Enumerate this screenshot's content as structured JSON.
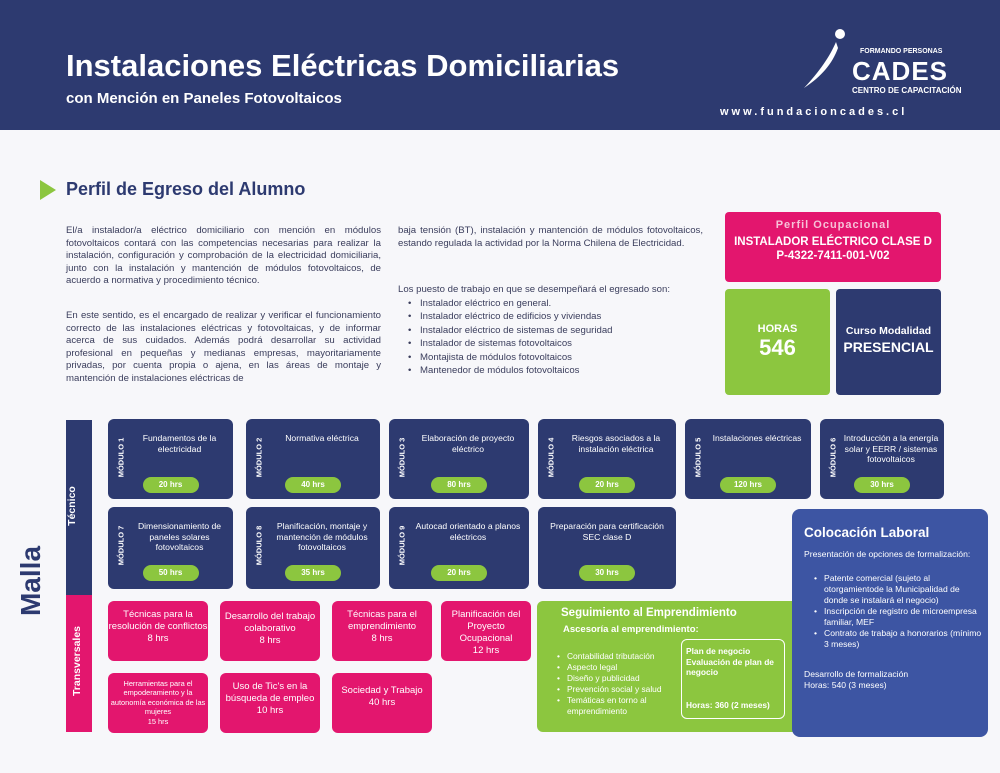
{
  "header": {
    "title": "Instalaciones Eléctricas Domiciliarias",
    "subtitle": "con Mención en Paneles Fotovoltaicos",
    "logo_top": "FORMANDO PERSONAS",
    "logo_main": "CADES",
    "logo_bottom": "CENTRO DE CAPACITACIÓN",
    "url": "www.fundacioncades.cl"
  },
  "section": {
    "title": "Perfil de Egreso del Alumno",
    "para1": "El/a instalador/a eléctrico domiciliario con mención en módulos fotovoltaicos contará con las competencias necesarias para realizar la instalación, configuración y comprobación de la electricidad domiciliaria, junto con la instalación y mantención de módulos fotovoltaicos, de acuerdo a normativa y procedimiento técnico.",
    "para2": "En este sentido, es el encargado de realizar y verificar el funcionamiento correcto de las instalaciones eléctricas y fotovoltaicas, y de informar acerca de sus cuidados. Además podrá desarrollar su actividad profesional en pequeñas y medianas empresas, mayoritariamente privadas, por cuenta propia o ajena, en las áreas de montaje y mantención de instalaciones eléctricas de",
    "para3": "baja tensión (BT), instalación y mantención de módulos fotovoltaicos, estando regulada la actividad por la Norma Chilena de Electricidad.",
    "list_intro": "Los puesto de trabajo en que se desempeñará el egresado son:",
    "list": [
      "Instalador eléctrico en general.",
      "Instalador eléctrico de edificios y viviendas",
      "Instalador eléctrico de sistemas de seguridad",
      "Instalador de sistemas fotovoltaicos",
      "Montajista de módulos fotovoltaicos",
      "Mantenedor de módulos fotovoltaicos"
    ]
  },
  "perfil": {
    "heading": "Perfil Ocupacional",
    "line1": "INSTALADOR ELÉCTRICO CLASE D",
    "line2": "P-4322-7411-001-V02"
  },
  "horas": {
    "label": "HORAS",
    "value": "546"
  },
  "modalidad": {
    "label": "Curso Modalidad",
    "value": "PRESENCIAL"
  },
  "malla": {
    "word": "Malla",
    "tecnico": "Técnico",
    "transversales": "Transversales"
  },
  "modules": [
    {
      "num": "MÓDULO 1",
      "title": "Fundamentos de la electricidad",
      "hours": "20 hrs"
    },
    {
      "num": "MÓDULO 2",
      "title": "Normativa eléctrica",
      "hours": "40 hrs"
    },
    {
      "num": "MÓDULO 3",
      "title": "Elaboración de proyecto eléctrico",
      "hours": "80 hrs"
    },
    {
      "num": "MÓDULO 4",
      "title": "Riesgos asociados a la instalación eléctrica",
      "hours": "20 hrs"
    },
    {
      "num": "MÓDULO 5",
      "title": "Instalaciones eléctricas",
      "hours": "120 hrs"
    },
    {
      "num": "MÓDULO 6",
      "title": "Introducción a la energía solar y EERR / sistemas fotovoltaicos",
      "hours": "30 hrs"
    },
    {
      "num": "MÓDULO 7",
      "title": "Dimensionamiento de paneles solares fotovoltaicos",
      "hours": "50 hrs"
    },
    {
      "num": "MÓDULO 8",
      "title": "Planificación, montaje y mantención de módulos fotovoltaicos",
      "hours": "35 hrs"
    },
    {
      "num": "MÓDULO 9",
      "title": "Autocad orientado a planos eléctricos",
      "hours": "20 hrs"
    },
    {
      "num": "",
      "title": "Preparación para certificación SEC clase D",
      "hours": "30 hrs"
    }
  ],
  "transversales": [
    {
      "title": "Técnicas para la resolución de conflictos",
      "hours": "8 hrs"
    },
    {
      "title": "Desarrollo del trabajo colaborativo",
      "hours": "8 hrs"
    },
    {
      "title": "Técnicas para el emprendimiento",
      "hours": "8 hrs"
    },
    {
      "title": "Planificación del Proyecto Ocupacional",
      "hours": "12 hrs"
    },
    {
      "title": "Herramientas para el empoderamiento y la autonomía económica de las mujeres",
      "hours": "15 hrs"
    },
    {
      "title": "Uso de Tic's en la búsqueda de empleo",
      "hours": "10 hrs"
    },
    {
      "title": "Sociedad y Trabajo",
      "hours": "40 hrs"
    }
  ],
  "seguimiento": {
    "title": "Seguimiento al Emprendimiento",
    "subtitle": "Ascesoría al emprendimiento:",
    "items": [
      "Contabilidad tributación",
      "Aspecto legal",
      "Diseño y publicidad",
      "Prevención social y salud",
      "Temáticas en torno al emprendimiento"
    ],
    "plan": "Plan de negocio Evaluación de plan de negocio",
    "plan_hours": "Horas: 360 (2 meses)"
  },
  "colocacion": {
    "title": "Colocación Laboral",
    "intro": "Presentación de opciones de formalización:",
    "items": [
      "Patente comercial (sujeto al otorgamientode la Municipalidad de donde se instalará el negocio)",
      "Inscripción de registro de microempresa familiar, MEF",
      "Contrato de trabajo a honorarios (mínimo 3 meses)"
    ],
    "footer": "Desarrollo de formalización",
    "footer_hours": "Horas: 540 (3 meses)"
  }
}
